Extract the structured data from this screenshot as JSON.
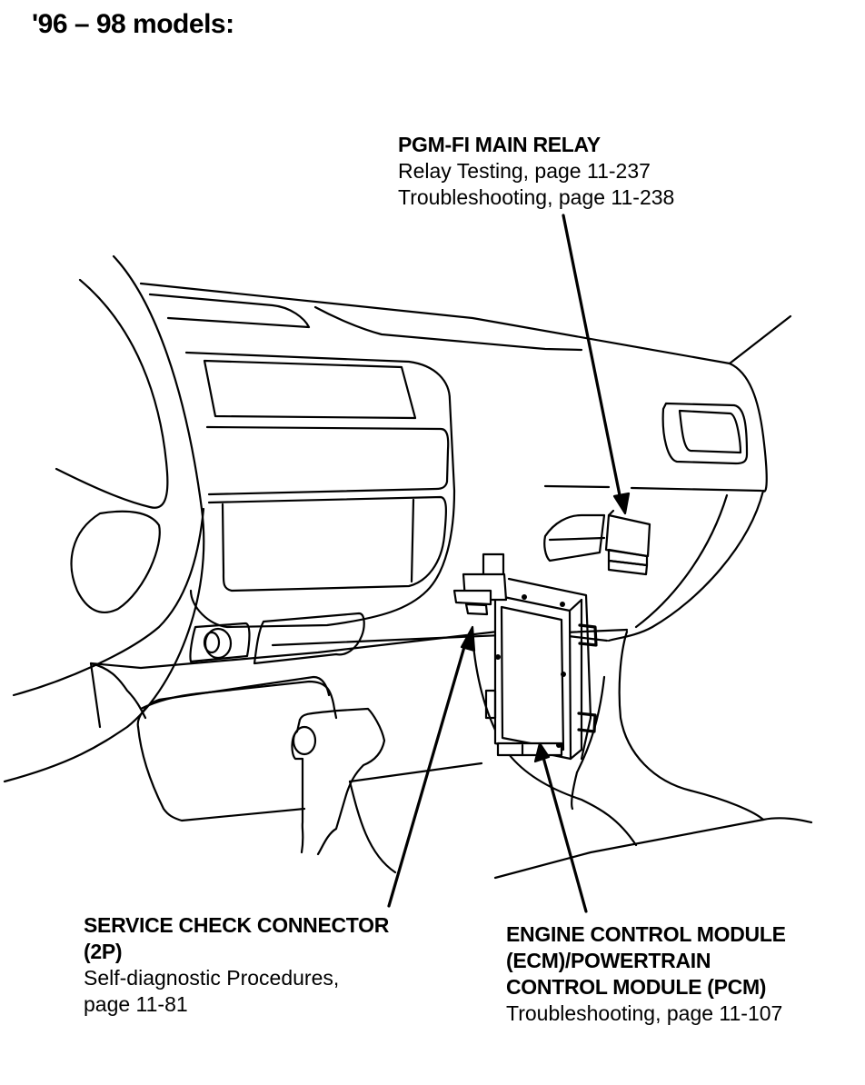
{
  "title": "'96 – 98 models:",
  "callouts": {
    "pgm_fi_relay": {
      "heading": "PGM-FI MAIN RELAY",
      "lines": [
        "Relay Testing, page 11-237",
        "Troubleshooting, page 11-238"
      ]
    },
    "service_check_connector": {
      "heading": [
        "SERVICE CHECK CONNECTOR",
        "(2P)"
      ],
      "lines": [
        "Self-diagnostic Procedures,",
        "page 11-81"
      ]
    },
    "ecm_pcm": {
      "heading": [
        "ENGINE CONTROL MODULE",
        "(ECM)/POWERTRAIN",
        "CONTROL MODULE (PCM)"
      ],
      "lines": [
        "Troubleshooting, page 11-107"
      ]
    }
  },
  "components": {
    "relay": "pgm-fi-main-relay",
    "connector": "service-check-connector",
    "module": "ecm-pcm"
  }
}
